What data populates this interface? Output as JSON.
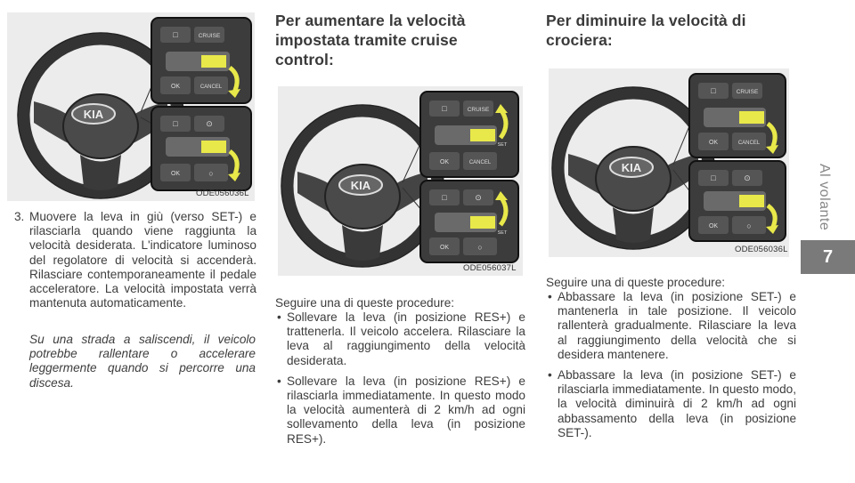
{
  "figures": {
    "left": {
      "code": "ODE056036L",
      "upper_panel": {
        "button_tl": "□",
        "button_tr": "CRUISE",
        "button_bl": "OK",
        "button_br": "CANCEL"
      },
      "lower_panel": {
        "button_tl": "□",
        "button_tr": "⊙",
        "button_bl": "OK",
        "button_br": "○"
      },
      "logo": "KIA"
    },
    "middle": {
      "code": "ODE056037L",
      "upper_panel": {
        "button_tl": "□",
        "button_tr": "CRUISE",
        "button_bl": "OK",
        "button_br": "CANCEL",
        "lever": "SET"
      },
      "lower_panel": {
        "button_tl": "□",
        "button_tr": "⊙",
        "button_bl": "OK",
        "button_br": "○",
        "lever": "SET"
      },
      "logo": "KIA"
    },
    "right": {
      "code": "ODE056036L",
      "upper_panel": {
        "button_tl": "□",
        "button_tr": "CRUISE",
        "button_bl": "OK",
        "button_br": "CANCEL"
      },
      "lower_panel": {
        "button_tl": "□",
        "button_tr": "⊙",
        "button_bl": "OK",
        "button_br": "○"
      },
      "logo": "KIA"
    }
  },
  "column1": {
    "step_number": "3.",
    "step_text": "Muovere la leva in giù (verso SET-) e rilasciarla quando viene raggiunta la velocità desiderata. L'indicatore luminoso del regolatore di velocità si accenderà. Rilasciare contemporaneamente il pedale acceleratore. La velocità impostata verrà mantenuta automaticamente.",
    "note": "Su una strada a saliscendi, il veicolo potrebbe rallentare o accelerare leggermente quando si percorre una discesa."
  },
  "column2": {
    "heading": "Per aumentare la velocità impostata tramite cruise control:",
    "intro": "Seguire una di queste procedure:",
    "bullets": [
      "Sollevare la leva (in posizione RES+) e trattenerla. Il veicolo accelera. Rilasciare la leva al raggiungimento della velocità desiderata.",
      "Sollevare la leva (in posizione RES+) e rilasciarla immediatamente. In questo modo la velocità aumenterà di 2 km/h ad ogni sollevamento della leva (in posizione RES+)."
    ]
  },
  "column3": {
    "heading": "Per diminuire la velocità di crociera:",
    "intro": "Seguire una di queste procedure:",
    "bullets": [
      "Abbassare la leva (in posizione SET-) e mantenerla in tale posizione. Il veicolo rallenterà gradualmente. Rilasciare la leva al raggiungimento della velocità che si desidera mantenere.",
      "Abbassare la leva (in posizione SET-) e rilasciarla immediatamente. In questo modo, la velocità diminuirà di 2 km/h ad ogni abbassamento della leva (in posizione SET-)."
    ]
  },
  "sidebar": {
    "section_label": "Al volante",
    "chapter_number": "7"
  },
  "colors": {
    "highlight": "#e8e84a",
    "tab_bg": "#7a7a7a",
    "figure_bg": "#ececec"
  },
  "icons": {
    "bullet": "•"
  }
}
